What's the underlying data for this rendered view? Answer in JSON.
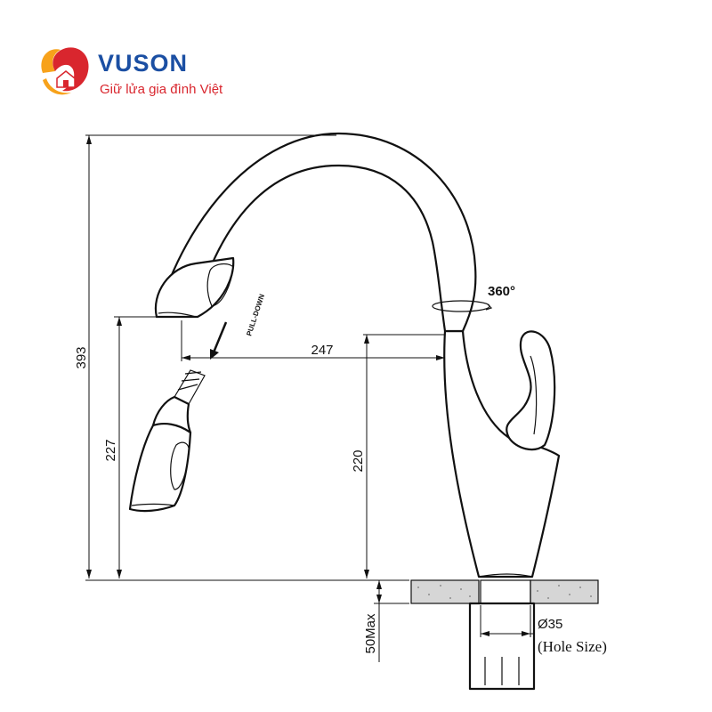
{
  "logo": {
    "brand": "VUSON",
    "tagline": "Giữ lửa gia đình Việt",
    "colors": {
      "orange": "#f7a21b",
      "red": "#d9262e",
      "blue": "#1b4fa3"
    }
  },
  "dimensions": {
    "total_height": "393",
    "spray_height": "227",
    "spout_height": "220",
    "reach": "247",
    "rotation": "360°",
    "deck_thickness": "50Max",
    "hole_diameter": "Ø35",
    "hole_note": "(Hole Size)"
  },
  "labels": {
    "pull_down": "PULL-DOWN"
  }
}
